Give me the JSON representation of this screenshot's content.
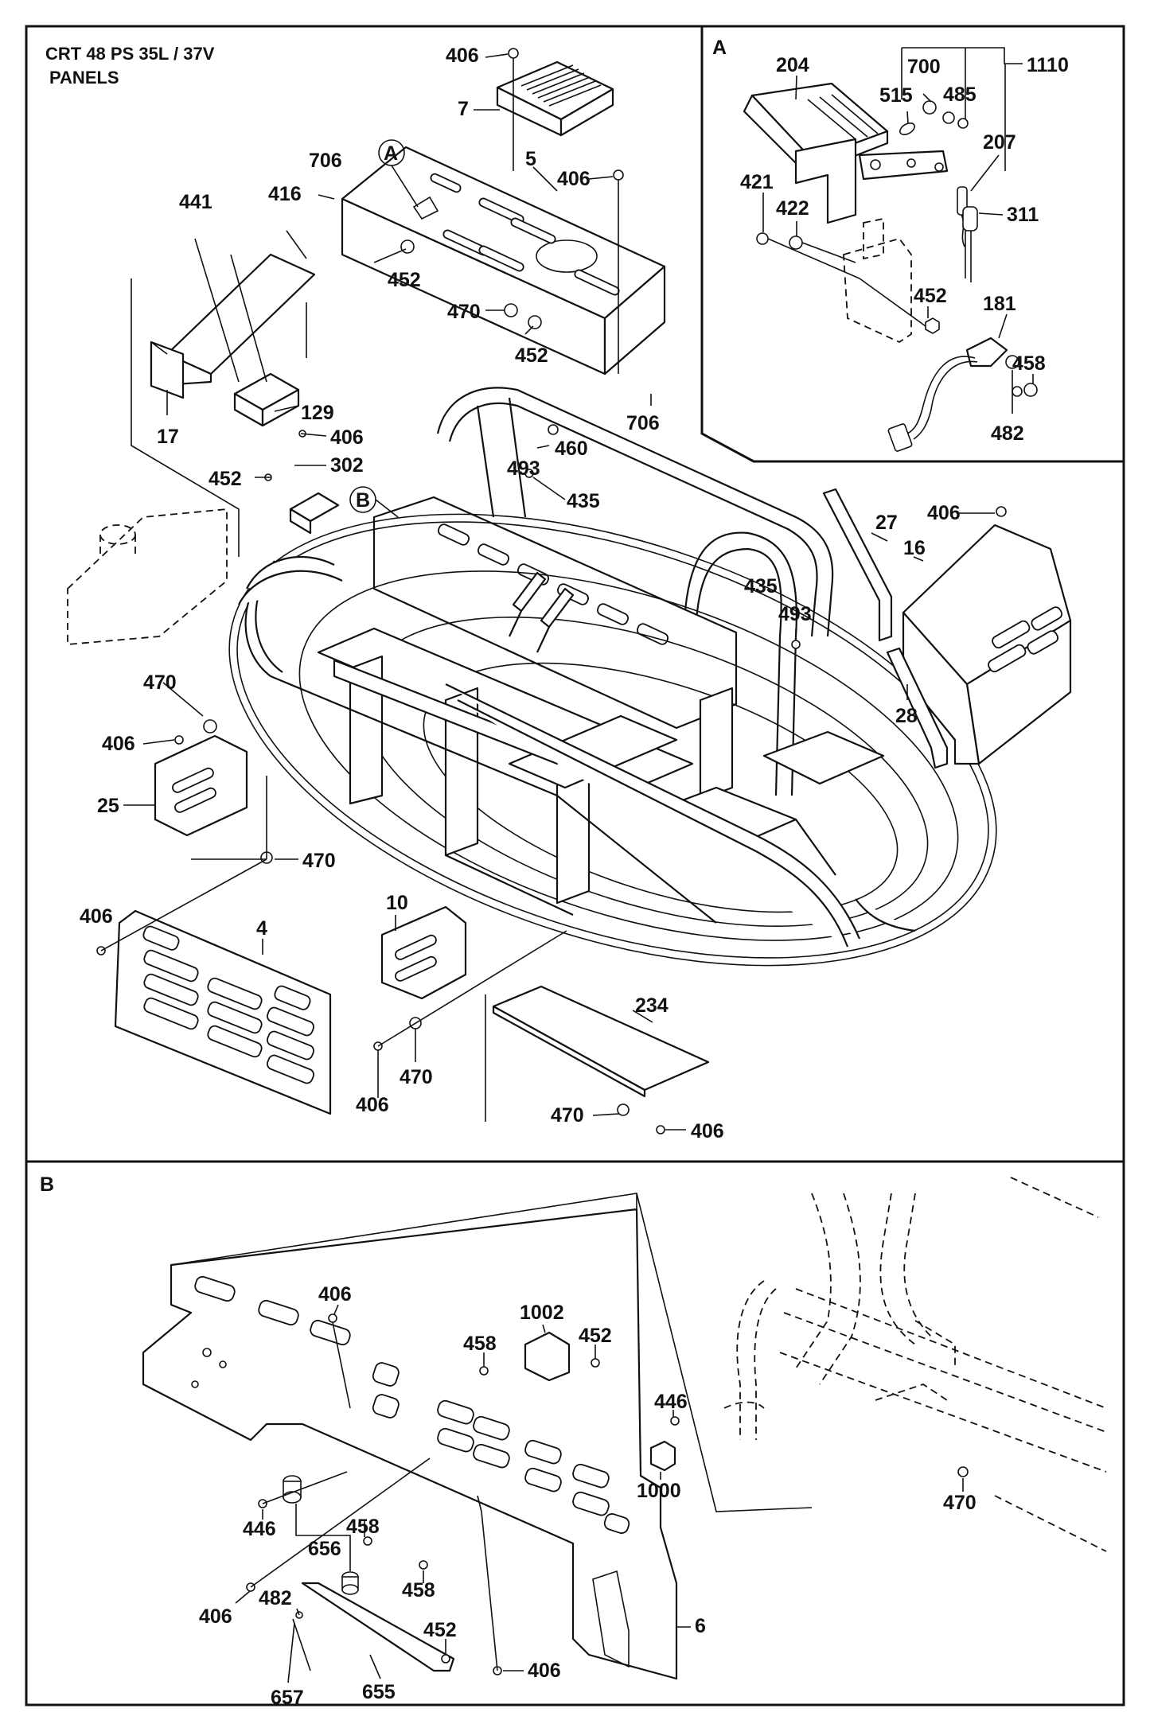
{
  "title": {
    "line1": "CRT 48 PS 35L / 37V",
    "line2": "PANELS"
  },
  "sections": {
    "a": "A",
    "b": "B",
    "callout_a": "A",
    "callout_b": "B"
  },
  "labels_main": [
    "406",
    "7",
    "706",
    "5",
    "406",
    "441",
    "416",
    "452",
    "470",
    "452",
    "17",
    "129",
    "406",
    "302",
    "452",
    "706",
    "460",
    "493",
    "435",
    "27",
    "406",
    "16",
    "435",
    "493",
    "28",
    "470",
    "406",
    "25",
    "470",
    "406",
    "4",
    "10",
    "234",
    "406",
    "470",
    "470",
    "406"
  ],
  "labels_a": [
    "204",
    "700",
    "1110",
    "485",
    "515",
    "207",
    "421",
    "422",
    "311",
    "452",
    "181",
    "458",
    "482"
  ],
  "labels_b": [
    "406",
    "1002",
    "452",
    "458",
    "446",
    "1000",
    "470",
    "446",
    "656",
    "458",
    "406",
    "458",
    "482",
    "452",
    "406",
    "6",
    "657",
    "655"
  ]
}
